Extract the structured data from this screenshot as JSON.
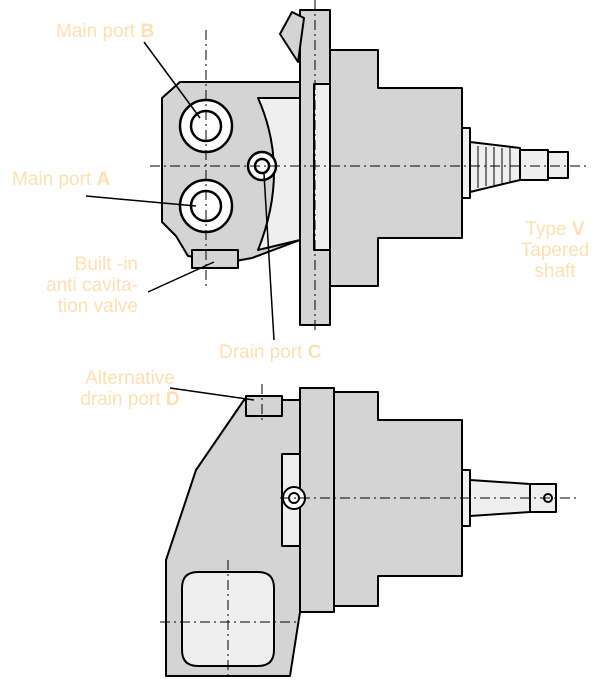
{
  "colors": {
    "label": "#fde0b4",
    "body_fill": "#d4d4d4",
    "light_fill": "#efefef",
    "outline": "#000000"
  },
  "labels": {
    "main_port_b": {
      "text": "Main port ",
      "letter": "B"
    },
    "main_port_a": {
      "text": "Main port ",
      "letter": "A"
    },
    "built_in_valve": {
      "line1": "Built -in",
      "line2": "anti cavita-",
      "line3": "tion valve"
    },
    "drain_port_c": {
      "text": "Drain port ",
      "letter": "C"
    },
    "type_v": {
      "line1_text": "Type ",
      "line1_letter": "V",
      "line2": "Tapered",
      "line3": "shaft"
    },
    "alt_drain_d": {
      "line1": "Alternative",
      "line2_text": "drain port ",
      "line2_letter": "D"
    }
  }
}
